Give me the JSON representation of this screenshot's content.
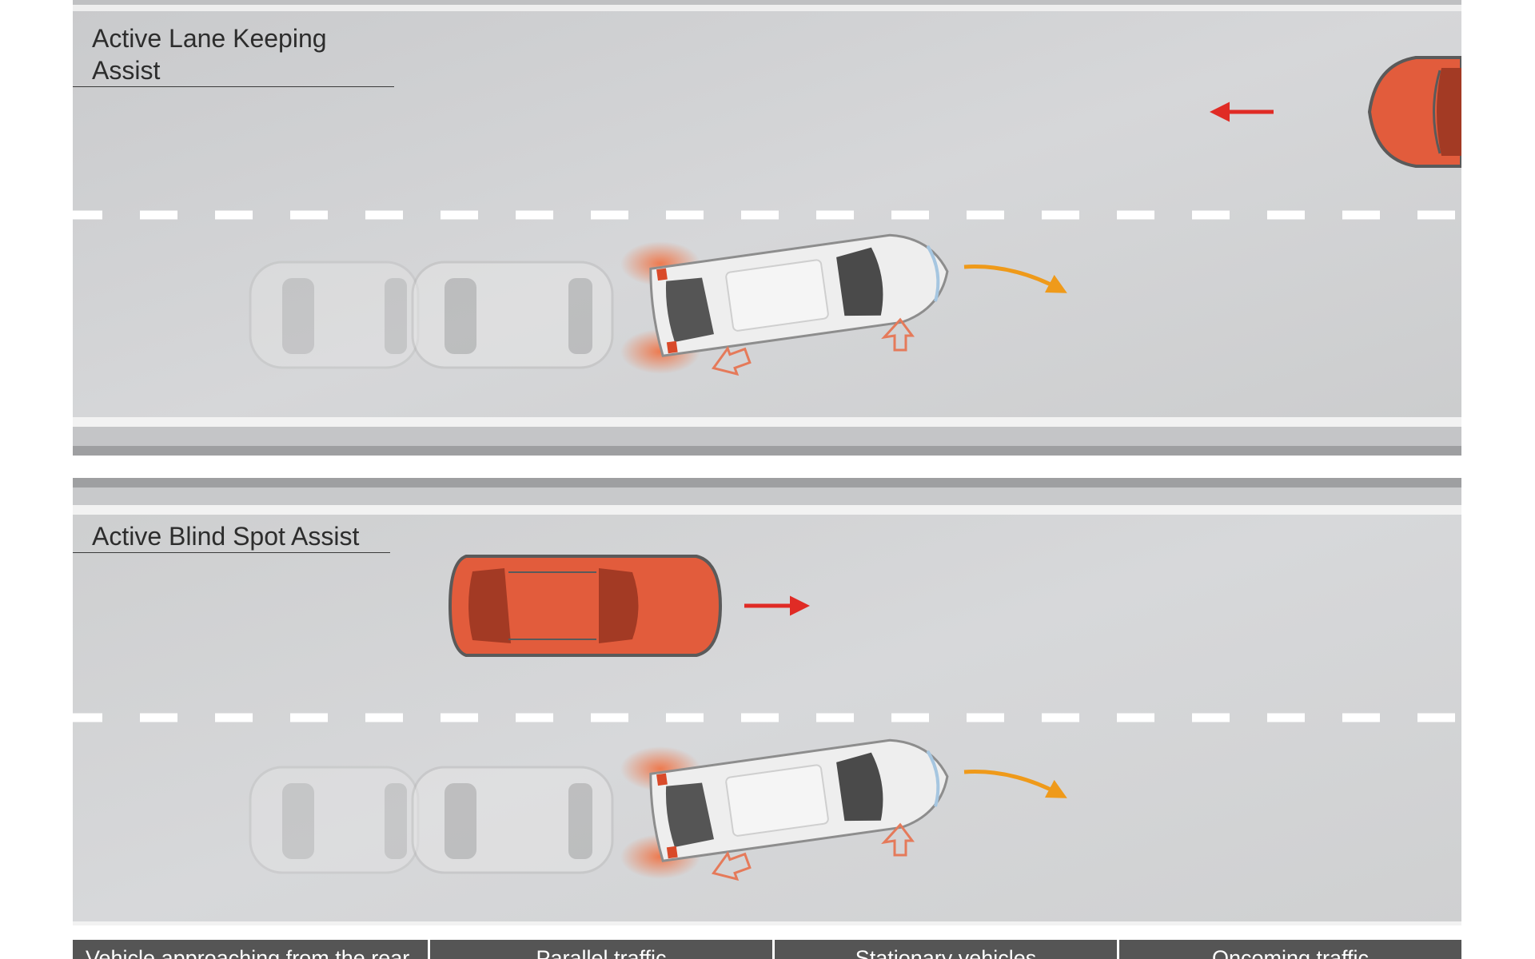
{
  "panels": {
    "top": {
      "title": "Active Lane Keeping Assist"
    },
    "bottom": {
      "title": "Active Blind Spot Assist"
    }
  },
  "legend": {
    "items": [
      "Vehicle approaching from the rear",
      "Parallel traffic",
      "Stationary vehicles",
      "Oncoming traffic"
    ]
  },
  "colors": {
    "road": "#cfd0d2",
    "lane_marking": "#ffffff",
    "ego_car": "#e6e6e6",
    "other_vehicle": "#e25c3c",
    "steering_arrow": "#ef9a1a",
    "traffic_arrow": "#e02b25",
    "legend_bar": "#555555"
  }
}
